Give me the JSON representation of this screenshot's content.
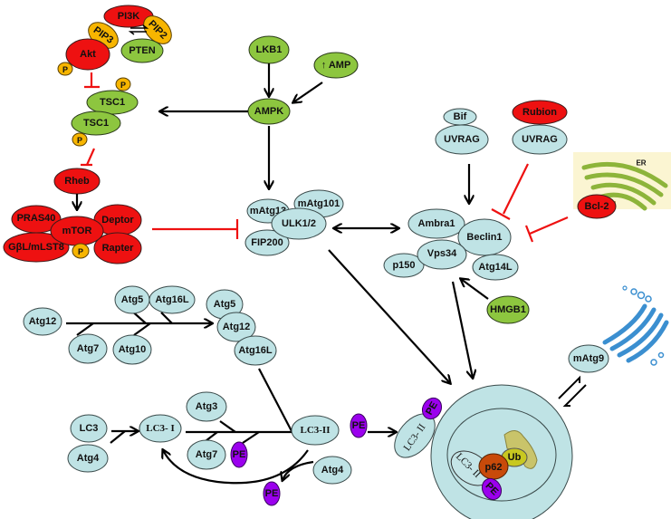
{
  "colors": {
    "activator_green": "#8dc63f",
    "inhibitor_red": "#ee1111",
    "complex_blue": "#bfe3e5",
    "phosphate_orange": "#f7b500",
    "pe_purple": "#9b00ee",
    "p62_brown": "#c84a0a",
    "ub_yellow": "#c8c820"
  },
  "pi3k_module": {
    "pi3k": "PI3K",
    "pip3": "PIP3",
    "pip2": "PIP2",
    "pten": "PTEN",
    "akt": "Akt",
    "p": "P"
  },
  "tsc": {
    "tsc1a": "TSC1",
    "tsc1b": "TSC1",
    "p": "P"
  },
  "rheb": "Rheb",
  "mtorc1": {
    "pras40": "PRAS40",
    "mtor": "mTOR",
    "deptor": "Deptor",
    "gbl": "GβL/mLST8",
    "rapter": "Rapter",
    "p": "P"
  },
  "ampk_module": {
    "lkb1": "LKB1",
    "amp": "↑ AMP",
    "ampk": "AMPK"
  },
  "ulk_complex": {
    "matg13": "mAtg13",
    "matg101": "mAtg101",
    "ulk": "ULK1/2",
    "fip200": "FIP200"
  },
  "uvrag_module": {
    "bif": "Bif",
    "uvrag1": "UVRAG",
    "rubion": "Rubion",
    "uvrag2": "UVRAG"
  },
  "er": {
    "label": "ER",
    "bcl2": "Bcl-2"
  },
  "beclin_complex": {
    "ambra1": "Ambra1",
    "beclin1": "Beclin1",
    "vps34": "Vps34",
    "p150": "p150",
    "atg14l": "Atg14L",
    "hmgb1": "HMGB1"
  },
  "atg12_pathway": {
    "atg12": "Atg12",
    "atg5": "Atg5",
    "atg16l": "Atg16L",
    "atg7": "Atg7",
    "atg10": "Atg10",
    "product_atg5": "Atg5",
    "product_atg12": "Atg12",
    "product_atg16l": "Atg16L"
  },
  "lc3_pathway": {
    "lc3": "LC3",
    "atg4": "Atg4",
    "lc3i": "LC3- I",
    "atg3": "Atg3",
    "atg7": "Atg7",
    "pe1": "PE",
    "lc3ii": "LC3-II",
    "pe2": "PE",
    "atg4b": "Atg4",
    "pe3": "PE"
  },
  "autophagosome": {
    "lc3ii_outer": "LC3- II",
    "pe_outer": "PE",
    "lc3ii_inner": "LC3- II",
    "p62": "p62",
    "ub": "Ub",
    "pe_inner": "PE"
  },
  "matg9": "mAtg9"
}
